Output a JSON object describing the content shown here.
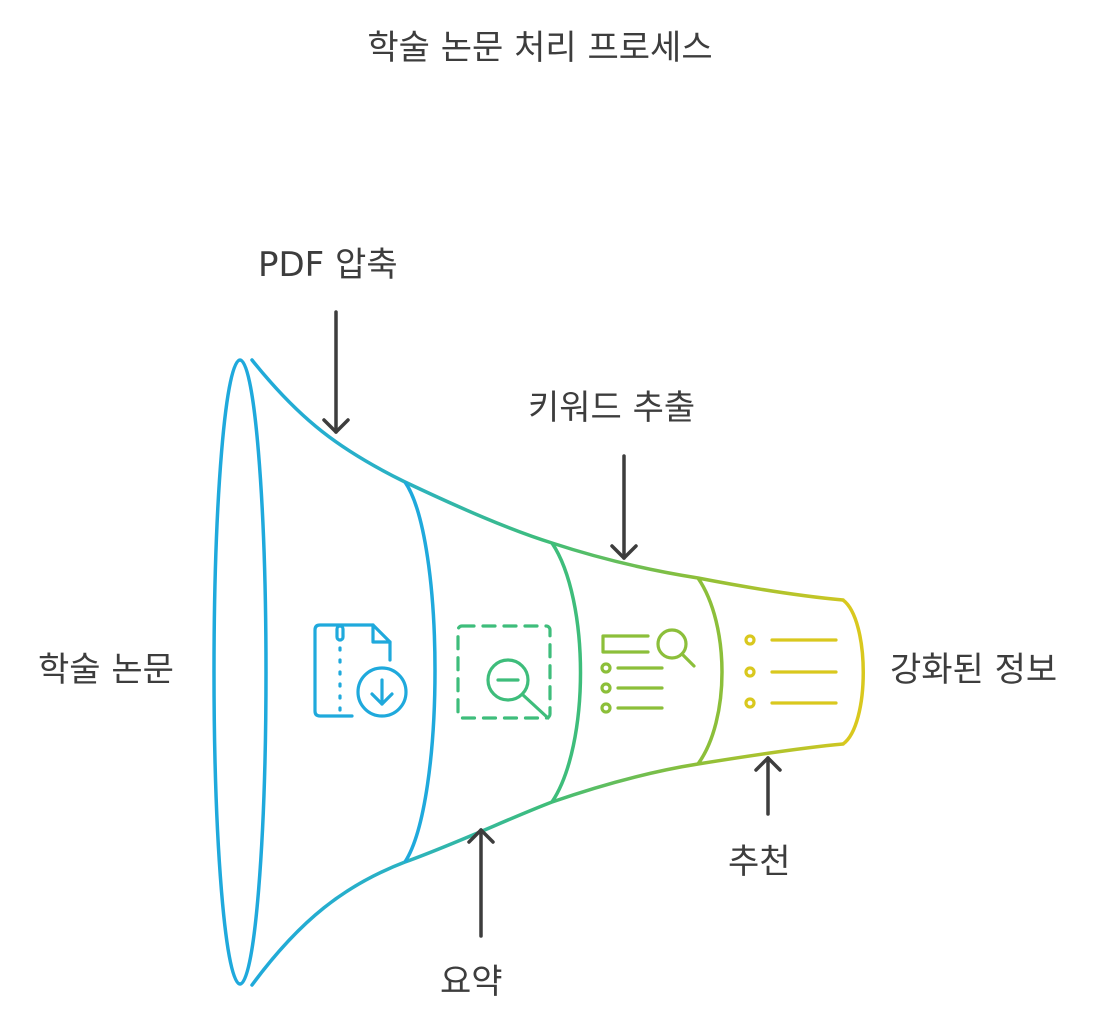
{
  "title": "학술 논문 처리 프로세스",
  "input_label": "학술 논문",
  "output_label": "강화된 정보",
  "stages": [
    {
      "label": "PDF 압축",
      "icon": "file-compress-download-icon",
      "color": "#1fa9dc",
      "label_side": "top"
    },
    {
      "label": "요약",
      "icon": "zoom-out-magnifier-icon",
      "color": "#3ebd7b",
      "label_side": "bottom"
    },
    {
      "label": "키워드 추출",
      "icon": "list-search-icon",
      "color": "#8cbf3a",
      "label_side": "top"
    },
    {
      "label": "추천",
      "icon": "bullet-list-icon",
      "color": "#d9c81e",
      "label_side": "bottom"
    }
  ],
  "colors": {
    "text": "#3d3d3d",
    "arrow": "#3d3d3d",
    "blue": "#1fa9dc",
    "green": "#3ebd7b",
    "lime": "#8cbf3a",
    "yellow": "#d9c81e"
  }
}
